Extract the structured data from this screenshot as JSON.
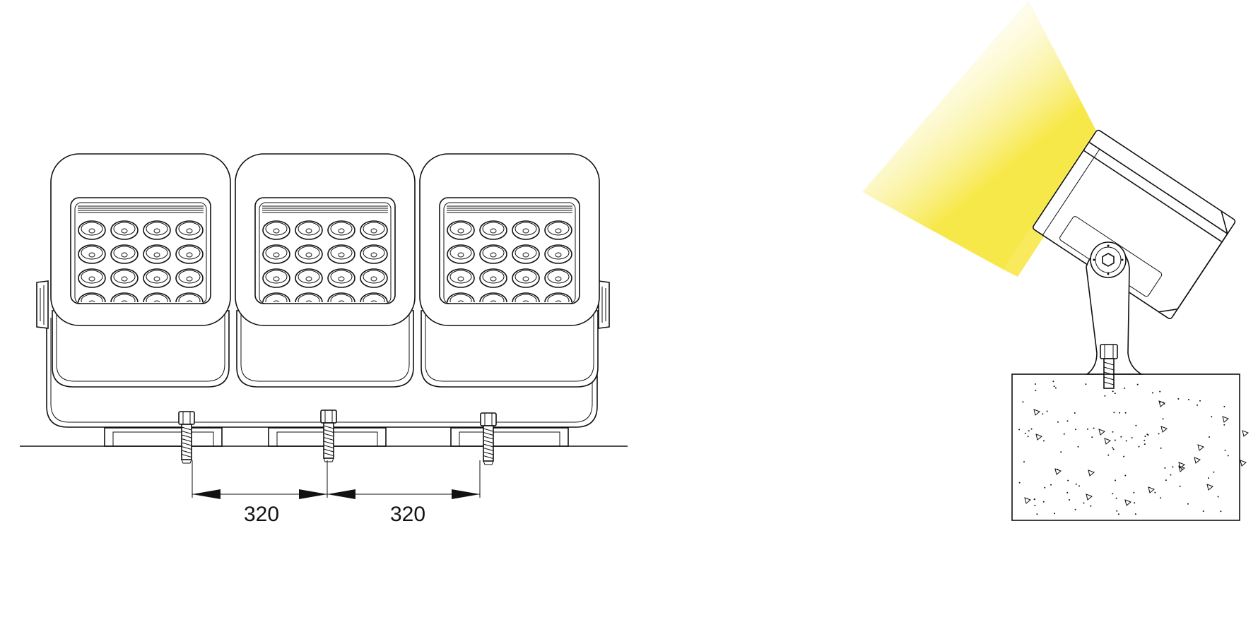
{
  "front_view": {
    "luminaire_count": 3,
    "led_grid": {
      "rows": 4,
      "cols": 4
    },
    "dimensions": [
      {
        "label": "320",
        "unit": ""
      },
      {
        "label": "320",
        "unit": ""
      }
    ]
  },
  "side_view": {
    "beam_color": "#f7e84a",
    "beam_fade_color": "#ffffff"
  },
  "colors": {
    "line": "#111111",
    "background": "#ffffff"
  }
}
